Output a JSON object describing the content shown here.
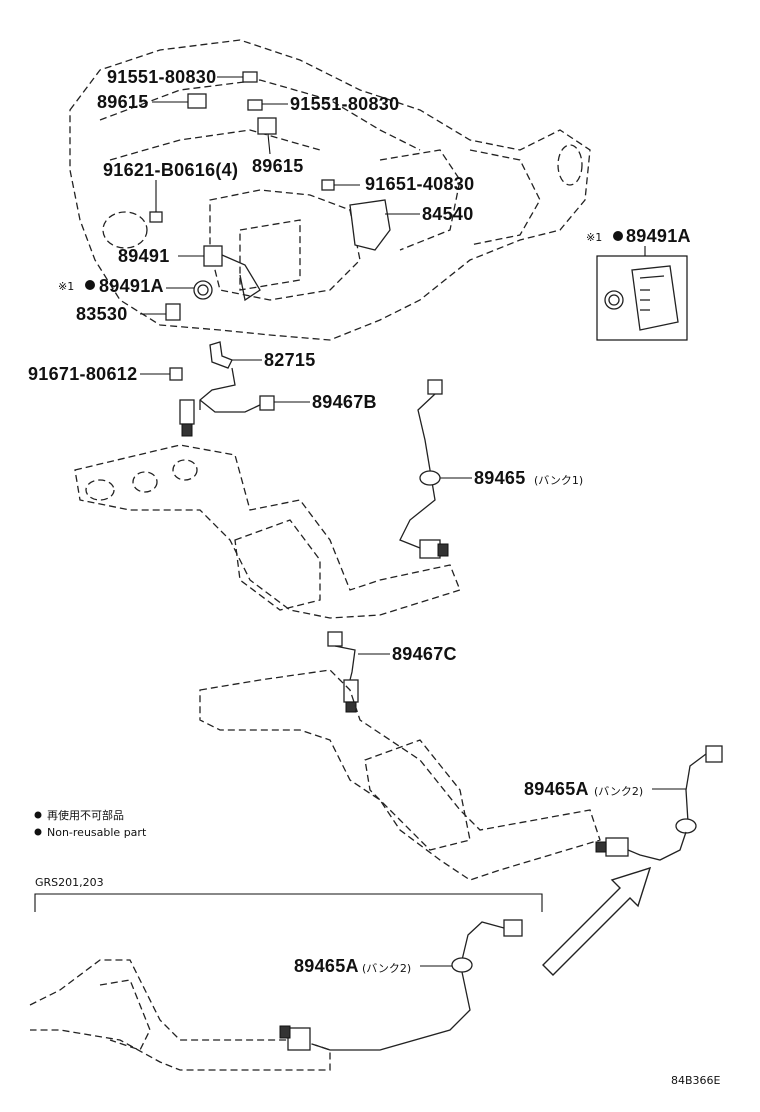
{
  "labels": {
    "p91551_80830_a": "91551-80830",
    "p89615_a": "89615",
    "p91551_80830_b": "91551-80830",
    "p89615_b": "89615",
    "p91621": "91621-B0616(4)",
    "p91651": "91651-40830",
    "p84540": "84540",
    "p89491": "89491",
    "p89491A_a": "89491A",
    "p89491A_b": "89491A",
    "p83530": "83530",
    "p82715": "82715",
    "p91671": "91671-80612",
    "p89467B": "89467B",
    "p89465": "89465",
    "p89465_sub": "(バンク1)",
    "p89467C": "89467C",
    "p89465A_a": "89465A",
    "p89465A_a_sub": "(バンク2)",
    "p89465A_b": "89465A",
    "p89465A_b_sub": "(バンク2)",
    "ref_mark_1": "※1",
    "ref_mark_2": "※1"
  },
  "legend": {
    "jp": "再使用不可部品",
    "en": "Non-reusable part"
  },
  "variant_label": "GRS201,203",
  "diagram_code": "84B366E"
}
